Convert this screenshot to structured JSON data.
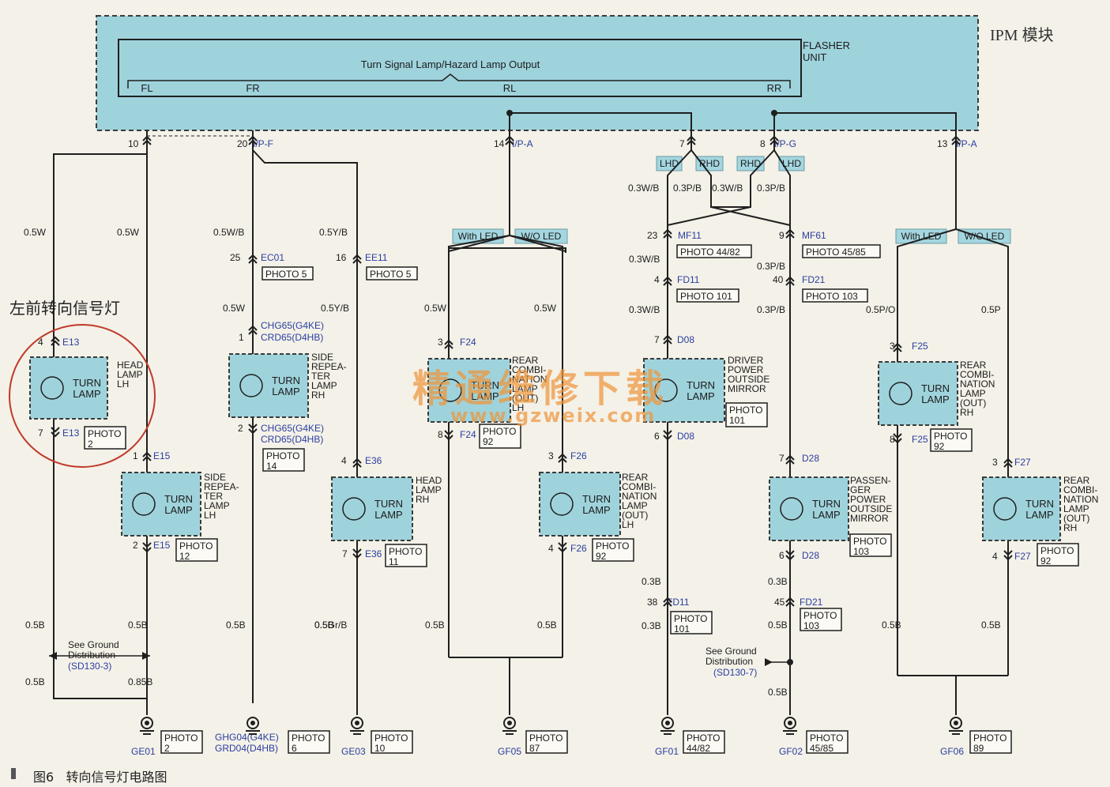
{
  "module": {
    "name": "IPM 模块",
    "flasher": [
      "FLASHER",
      "UNIT"
    ],
    "output_title": "Turn Signal Lamp/Hazard Lamp Output",
    "outputs": [
      "FL",
      "FR",
      "RL",
      "RR"
    ]
  },
  "callout_label": "左前转向信号灯",
  "watermark": {
    "text": "精通维修下载",
    "url": "www.gzweix.com"
  },
  "caption": {
    "number": "图6",
    "title": "转向信号灯电路图"
  },
  "colors": {
    "module_fill": "#9fd3dc",
    "lamp_fill": "#9fd3dc",
    "tag_fill": "#a4d6e0",
    "wire": "#1f1f1f",
    "connector_blue": "#2a3ea0",
    "highlight_circle": "#c0392b",
    "watermark": "#ee963c"
  },
  "labels": [
    {
      "t": "10",
      "c": "dark"
    },
    {
      "t": "20",
      "c": "dark"
    },
    {
      "t": "I/P-F",
      "c": "blue"
    },
    {
      "t": "14",
      "c": "dark"
    },
    {
      "t": "I/P-A",
      "c": "blue"
    },
    {
      "t": "7",
      "c": "dark"
    },
    {
      "t": "8",
      "c": "dark"
    },
    {
      "t": "I/P-G",
      "c": "blue"
    },
    {
      "t": "13",
      "c": "dark"
    },
    {
      "t": "I/P-A",
      "c": "blue"
    },
    {
      "t": "0.5W",
      "c": "dark"
    },
    {
      "t": "0.5W",
      "c": "dark"
    },
    {
      "t": "0.5W/B",
      "c": "dark"
    },
    {
      "t": "0.5Y/B",
      "c": "dark"
    },
    {
      "t": "25",
      "c": "dark"
    },
    {
      "t": "EC01",
      "c": "blue"
    },
    {
      "t": "16",
      "c": "dark"
    },
    {
      "t": "EE11",
      "c": "blue"
    },
    {
      "t": "0.5W",
      "c": "dark"
    },
    {
      "t": "0.5Y/B",
      "c": "dark"
    },
    {
      "t": "CHG65(G4KE)",
      "c": "blue"
    },
    {
      "t": "1",
      "c": "dark"
    },
    {
      "t": "CRD65(D4HB)",
      "c": "blue"
    },
    {
      "t": "4",
      "c": "dark"
    },
    {
      "t": "E13",
      "c": "blue"
    },
    {
      "t": "7",
      "c": "dark"
    },
    {
      "t": "E13",
      "c": "blue"
    },
    {
      "t": "2",
      "c": "dark"
    },
    {
      "t": "CHG65(G4KE)",
      "c": "blue"
    },
    {
      "t": "CRD65(D4HB)",
      "c": "blue"
    },
    {
      "t": "1",
      "c": "dark"
    },
    {
      "t": "E15",
      "c": "blue"
    },
    {
      "t": "2",
      "c": "dark"
    },
    {
      "t": "E15",
      "c": "blue"
    },
    {
      "t": "4",
      "c": "dark"
    },
    {
      "t": "E36",
      "c": "blue"
    },
    {
      "t": "7",
      "c": "dark"
    },
    {
      "t": "E36",
      "c": "blue"
    },
    {
      "t": "0.5W",
      "c": "dark"
    },
    {
      "t": "0.5W",
      "c": "dark"
    },
    {
      "t": "3",
      "c": "dark"
    },
    {
      "t": "F24",
      "c": "blue"
    },
    {
      "t": "8",
      "c": "dark"
    },
    {
      "t": "F24",
      "c": "blue"
    },
    {
      "t": "3",
      "c": "dark"
    },
    {
      "t": "F26",
      "c": "blue"
    },
    {
      "t": "4",
      "c": "dark"
    },
    {
      "t": "F26",
      "c": "blue"
    },
    {
      "t": "0.3W/B",
      "c": "dark"
    },
    {
      "t": "0.3P/B",
      "c": "dark"
    },
    {
      "t": "0.3W/B",
      "c": "dark"
    },
    {
      "t": "0.3P/B",
      "c": "dark"
    },
    {
      "t": "23",
      "c": "dark"
    },
    {
      "t": "MF11",
      "c": "blue"
    },
    {
      "t": "9",
      "c": "dark"
    },
    {
      "t": "MF61",
      "c": "blue"
    },
    {
      "t": "0.3W/B",
      "c": "dark"
    },
    {
      "t": "0.3P/B",
      "c": "dark"
    },
    {
      "t": "4",
      "c": "dark"
    },
    {
      "t": "FD11",
      "c": "blue"
    },
    {
      "t": "40",
      "c": "dark"
    },
    {
      "t": "FD21",
      "c": "blue"
    },
    {
      "t": "0.3W/B",
      "c": "dark"
    },
    {
      "t": "0.3P/B",
      "c": "dark"
    },
    {
      "t": "7",
      "c": "dark"
    },
    {
      "t": "D08",
      "c": "blue"
    },
    {
      "t": "6",
      "c": "dark"
    },
    {
      "t": "D08",
      "c": "blue"
    },
    {
      "t": "7",
      "c": "dark"
    },
    {
      "t": "D28",
      "c": "blue"
    },
    {
      "t": "6",
      "c": "dark"
    },
    {
      "t": "D28",
      "c": "blue"
    },
    {
      "t": "0.5P/O",
      "c": "dark"
    },
    {
      "t": "0.5P",
      "c": "dark"
    },
    {
      "t": "3",
      "c": "dark"
    },
    {
      "t": "F25",
      "c": "blue"
    },
    {
      "t": "8",
      "c": "dark"
    },
    {
      "t": "F25",
      "c": "blue"
    },
    {
      "t": "3",
      "c": "dark"
    },
    {
      "t": "F27",
      "c": "blue"
    },
    {
      "t": "4",
      "c": "dark"
    },
    {
      "t": "F27",
      "c": "blue"
    },
    {
      "t": "0.3B",
      "c": "dark"
    },
    {
      "t": "0.3B",
      "c": "dark"
    },
    {
      "t": "38",
      "c": "dark"
    },
    {
      "t": "FD11",
      "c": "blue"
    },
    {
      "t": "45",
      "c": "dark"
    },
    {
      "t": "FD21",
      "c": "blue"
    },
    {
      "t": "0.3B",
      "c": "dark"
    },
    {
      "t": "0.5B",
      "c": "dark"
    },
    {
      "t": "0.5B",
      "c": "dark"
    },
    {
      "t": "0.5B",
      "c": "dark"
    },
    {
      "t": "0.5B",
      "c": "dark"
    },
    {
      "t": "0.5Gr/B",
      "c": "dark"
    },
    {
      "t": "0.5B",
      "c": "dark"
    },
    {
      "t": "0.5B",
      "c": "dark"
    },
    {
      "t": "0.5B",
      "c": "dark"
    },
    {
      "t": "0.5B",
      "c": "dark"
    },
    {
      "t": "0.5B",
      "c": "dark"
    },
    {
      "t": "0.5B",
      "c": "dark"
    },
    {
      "t": "0.85B",
      "c": "dark"
    },
    {
      "t": "0.5B",
      "c": "dark"
    },
    {
      "t": "See Ground",
      "c": "dark"
    },
    {
      "t": "Distribution",
      "c": "dark"
    },
    {
      "t": "(SD130-3)",
      "c": "blue"
    },
    {
      "t": "See Ground",
      "c": "dark"
    },
    {
      "t": "Distribution",
      "c": "dark"
    },
    {
      "t": "(SD130-7)",
      "c": "blue"
    },
    {
      "t": "GE01",
      "c": "blue"
    },
    {
      "t": "GHG04(G4KE)",
      "c": "blue"
    },
    {
      "t": "GRD04(D4HB)",
      "c": "blue"
    },
    {
      "t": "GE03",
      "c": "blue"
    },
    {
      "t": "GF05",
      "c": "blue"
    },
    {
      "t": "GF01",
      "c": "blue"
    },
    {
      "t": "GF02",
      "c": "blue"
    },
    {
      "t": "GF06",
      "c": "blue"
    }
  ],
  "tags": [
    "LHD",
    "RHD",
    "RHD",
    "LHD",
    "With LED",
    "W/O LED",
    "With LED",
    "W/O LED"
  ],
  "photos": [
    [
      "PHOTO 5"
    ],
    [
      "PHOTO 5"
    ],
    [
      "PHOTO 44/82"
    ],
    [
      "PHOTO 45/85"
    ],
    [
      "PHOTO 101"
    ],
    [
      "PHOTO 103"
    ],
    [
      "PHOTO",
      "2"
    ],
    [
      "PHOTO",
      "14"
    ],
    [
      "PHOTO",
      "92"
    ],
    [
      "PHOTO",
      "101"
    ],
    [
      "PHOTO",
      "92"
    ],
    [
      "PHOTO",
      "12"
    ],
    [
      "PHOTO",
      "11"
    ],
    [
      "PHOTO",
      "92"
    ],
    [
      "PHOTO",
      "103"
    ],
    [
      "PHOTO",
      "92"
    ],
    [
      "PHOTO",
      "101"
    ],
    [
      "PHOTO",
      "103"
    ],
    [
      "PHOTO",
      "2"
    ],
    [
      "PHOTO",
      "6"
    ],
    [
      "PHOTO",
      "10"
    ],
    [
      "PHOTO",
      "87"
    ],
    [
      "PHOTO",
      "44/82"
    ],
    [
      "PHOTO",
      "45/85"
    ],
    [
      "PHOTO",
      "89"
    ]
  ],
  "lamps": [
    {
      "inner": [
        "TURN",
        "LAMP"
      ],
      "desc": [
        "HEAD",
        "LAMP",
        "LH"
      ]
    },
    {
      "inner": [
        "TURN",
        "LAMP"
      ],
      "desc": [
        "SIDE",
        "REPEA-",
        "TER",
        "LAMP",
        "RH"
      ]
    },
    {
      "inner": [
        "TURN",
        "LAMP"
      ],
      "desc": [
        "REAR",
        "COMBI-",
        "NATION",
        "LAMP",
        "(OUT)",
        "LH"
      ]
    },
    {
      "inner": [
        "TURN",
        "LAMP"
      ],
      "desc": [
        "DRIVER",
        "POWER",
        "OUTSIDE",
        "MIRROR"
      ]
    },
    {
      "inner": [
        "TURN",
        "LAMP"
      ],
      "desc": [
        "REAR",
        "COMBI-",
        "NATION",
        "LAMP",
        "(OUT)",
        "RH"
      ]
    },
    {
      "inner": [
        "TURN",
        "LAMP"
      ],
      "desc": [
        "SIDE",
        "REPEA-",
        "TER",
        "LAMP",
        "LH"
      ]
    },
    {
      "inner": [
        "TURN",
        "LAMP"
      ],
      "desc": [
        "HEAD",
        "LAMP",
        "RH"
      ]
    },
    {
      "inner": [
        "TURN",
        "LAMP"
      ],
      "desc": [
        "REAR",
        "COMBI-",
        "NATION",
        "LAMP",
        "(OUT)",
        "LH"
      ]
    },
    {
      "inner": [
        "TURN",
        "LAMP"
      ],
      "desc": [
        "PASSEN-",
        "GER",
        "POWER",
        "OUTSIDE",
        "MIRROR"
      ]
    },
    {
      "inner": [
        "TURN",
        "LAMP"
      ],
      "desc": [
        "REAR",
        "COMBI-",
        "NATION",
        "LAMP",
        "(OUT)",
        "RH"
      ]
    }
  ]
}
